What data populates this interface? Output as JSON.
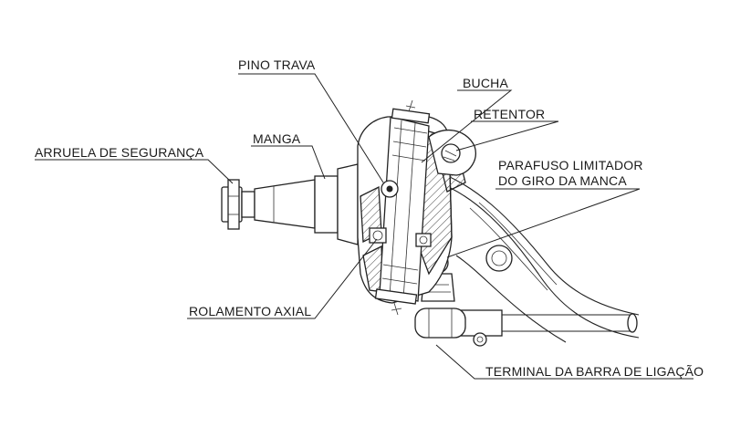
{
  "labels": {
    "pino_trava": "PINO TRAVA",
    "bucha": "BUCHA",
    "retentor": "RETENTOR",
    "manga": "MANGA",
    "arruela": "ARRUELA DE SEGURANÇA",
    "parafuso_line1": "PARAFUSO LIMITADOR",
    "parafuso_line2": "DO GIRO DA MANCA",
    "rolamento": "ROLAMENTO AXIAL",
    "terminal": "TERMINAL DA BARRA DE LIGAÇÃO"
  }
}
